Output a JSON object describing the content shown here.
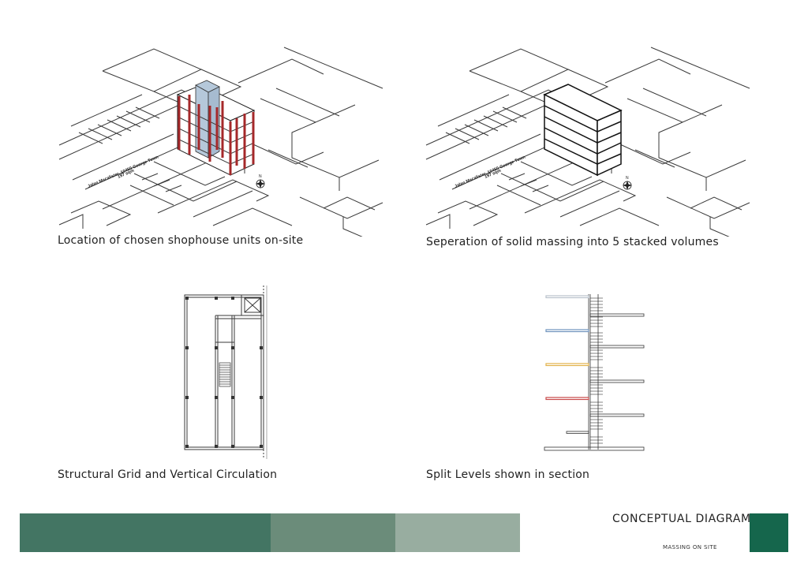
{
  "panels": {
    "site": {
      "caption": "Location of chosen shophouse units on-site",
      "street_label_1": "Jalan Macalister, 10450 George Town",
      "street_label_2": "197 sqm"
    },
    "massing": {
      "caption": "Seperation of solid massing into 5 stacked volumes",
      "street_label_1": "Jalan Macalister, 10450 George Town",
      "street_label_2": "197 sqm"
    },
    "plan": {
      "caption": "Structural Grid and Vertical Circulation"
    },
    "section": {
      "caption": "Split Levels shown in section"
    }
  },
  "footer": {
    "title": "CONCEPTUAL DIAGRAMS",
    "subtitle": "MASSING ON SITE"
  },
  "colors": {
    "bar_1": "#437563",
    "bar_2": "#6b8c7a",
    "bar_3": "#98ada0",
    "badge": "#15664c",
    "column_red": "#a5282a",
    "volume_blue": "#b5c8da",
    "level_grey": "#b9c2cc",
    "level_blue": "#6f93bd",
    "level_yellow": "#e2b24a",
    "level_red": "#c94a4a"
  }
}
